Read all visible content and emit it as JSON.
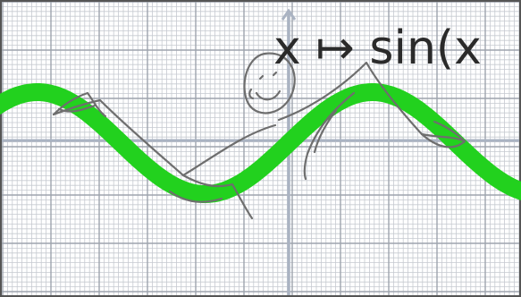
{
  "illustration": {
    "label": "x ↦ sin(x",
    "colors": {
      "background": "#ffffff",
      "grid_minor": "#c6cad0",
      "grid_major": "#9ea4ad",
      "axis": "#aab3c2",
      "curve": "#22d11e",
      "sketch": "#6e6e6e",
      "label": "#2a2a2a"
    },
    "subjects": [
      "stick-figure",
      "sine-curve",
      "graph-paper-grid",
      "coordinate-axes"
    ]
  }
}
